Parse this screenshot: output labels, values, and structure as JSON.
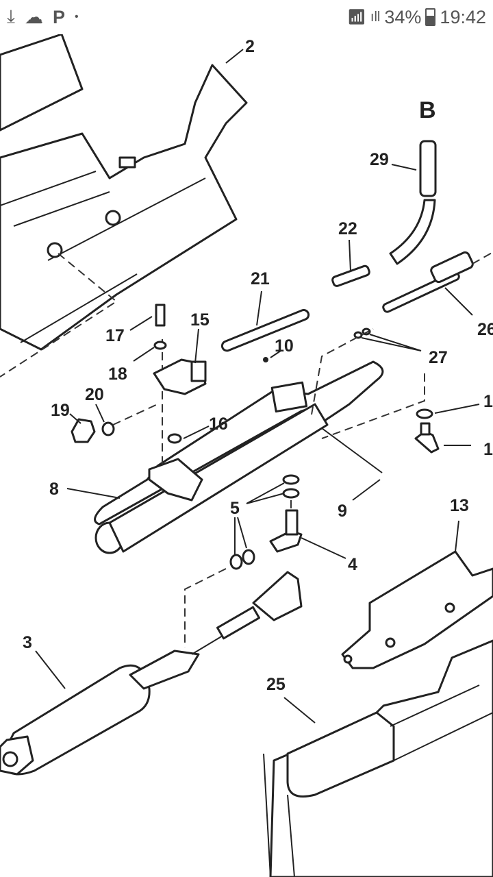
{
  "status_bar": {
    "icons": [
      "download-icon",
      "cloud-clock-icon",
      "parking-app-icon",
      "dot-icon",
      "wifi-icon",
      "signal-icon",
      "battery-icon"
    ],
    "battery": "34%",
    "time": "19:42"
  },
  "diagram": {
    "section_label": "B",
    "callouts": {
      "c29": "29",
      "c22": "22",
      "c21": "21",
      "c15": "15",
      "c10": "10",
      "c17": "17",
      "c18": "18",
      "c20": "20",
      "c19": "19",
      "c16": "16",
      "c27": "27",
      "c26": "26",
      "c1a": "1",
      "c1b": "1",
      "c8": "8",
      "c5": "5",
      "c9": "9",
      "c4": "4",
      "c13": "13",
      "c3": "3",
      "c25": "25",
      "c2": "2"
    }
  }
}
